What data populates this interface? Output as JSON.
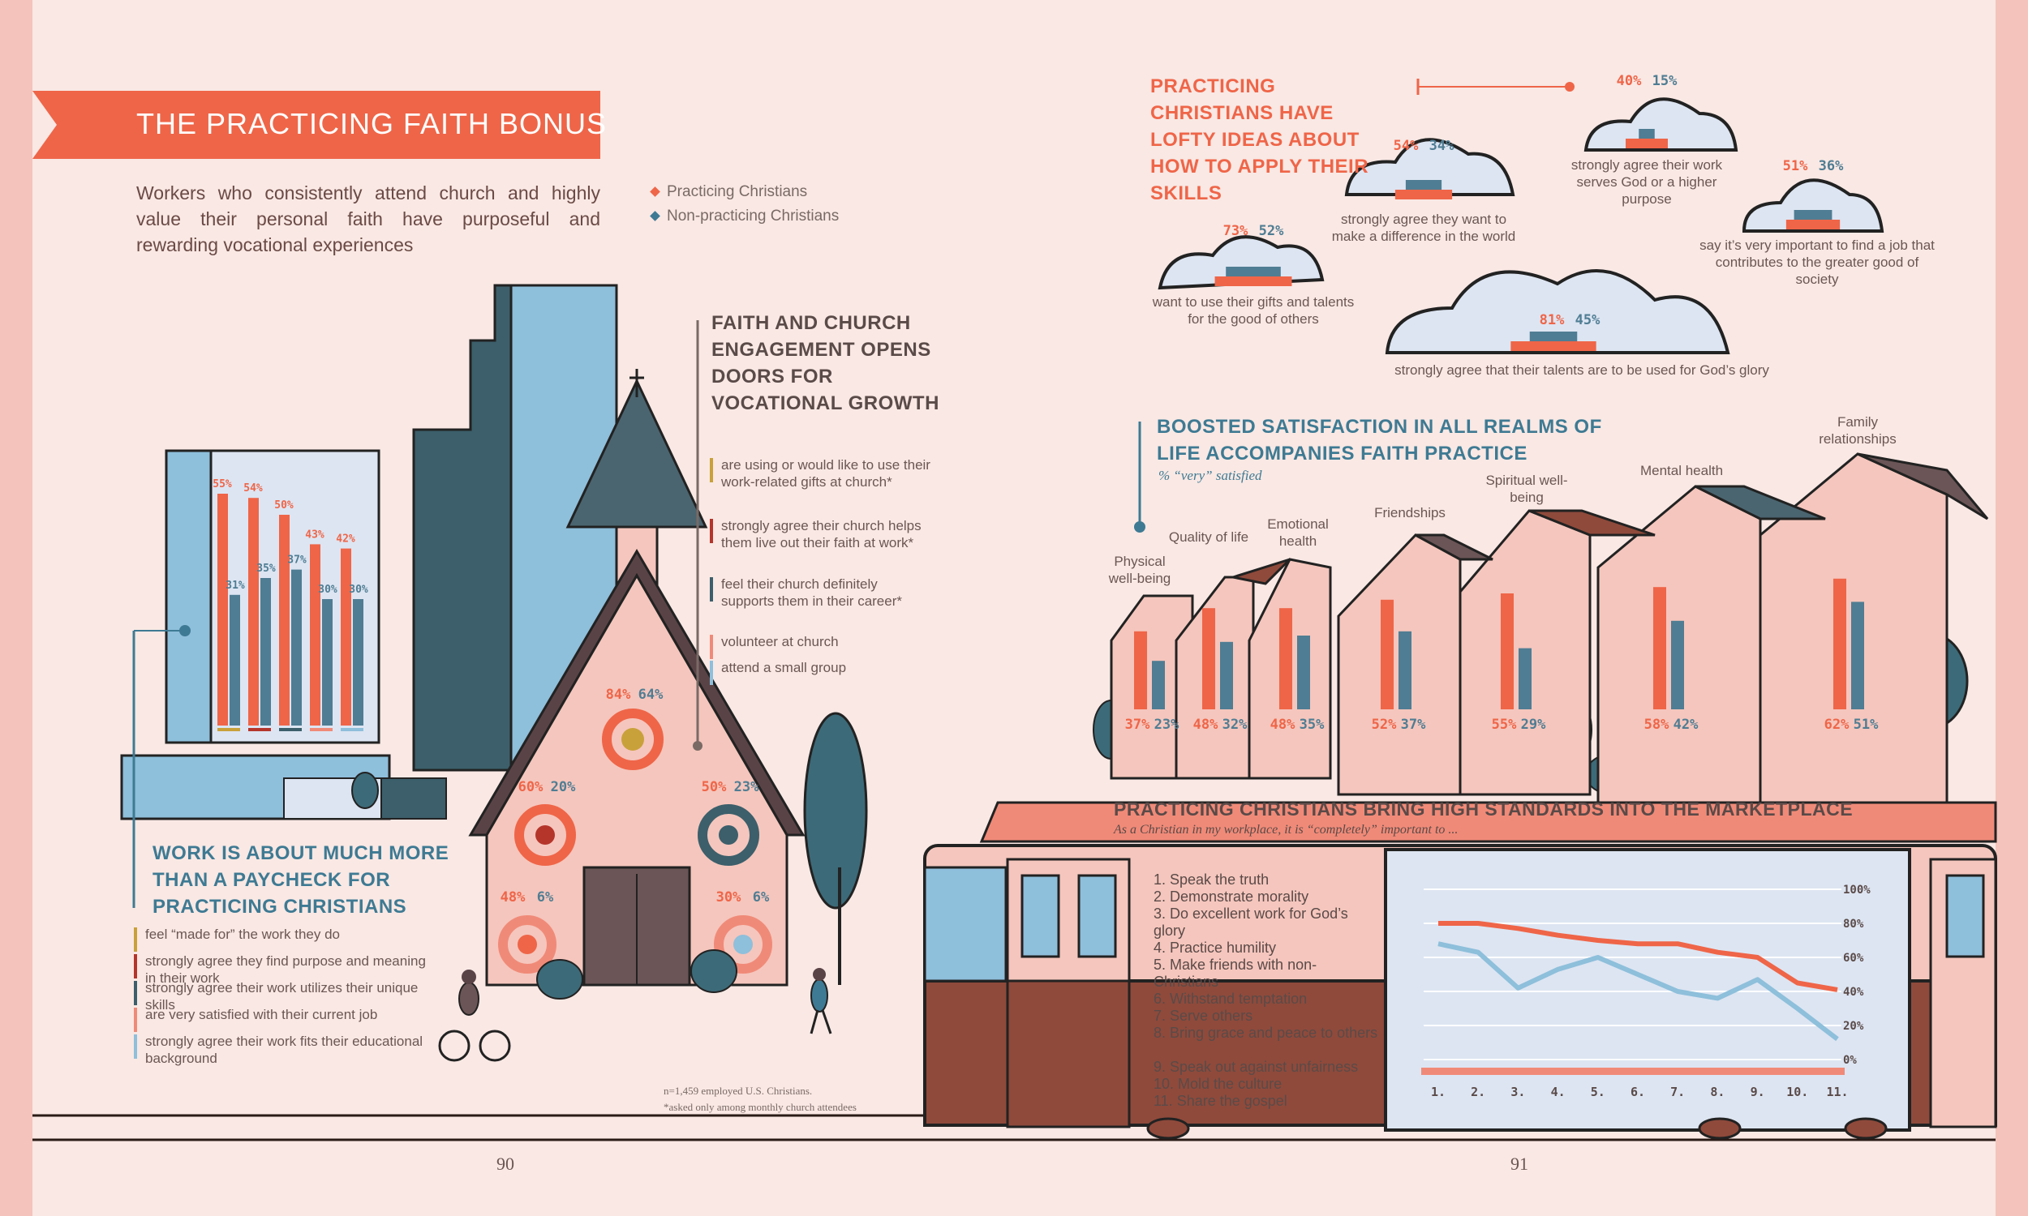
{
  "left": {
    "title": "THE PRACTICING FAITH BONUS",
    "intro": "Workers who consistently attend church and highly value their personal faith have purposeful and rewarding vocational experiences"
  },
  "legend": {
    "practicing": "Practicing Christians",
    "non_practicing": "Non-practicing Christians"
  },
  "colors": {
    "practicing": "#ef6548",
    "non_practicing": "#4f7d93",
    "light_bar": "#8ebfdb",
    "gold": "#c9a13a",
    "teal_dark": "#3c5f6b",
    "red_dark": "#b5352b",
    "salmon": "#f08a78"
  },
  "work": {
    "heading": "WORK IS ABOUT MUCH MORE THAN A PAYCHECK FOR PRACTICING CHRISTIANS",
    "items": [
      {
        "label": "feel “made for” the work they do",
        "color": "#c9a13a"
      },
      {
        "label": "strongly agree they find purpose and meaning in their work",
        "color": "#b5352b"
      },
      {
        "label": "strongly agree their work utilizes their unique skills",
        "color": "#3c5f6b"
      },
      {
        "label": "are very satisfied with their current job",
        "color": "#f08a78"
      },
      {
        "label": "strongly agree their work fits their educational background",
        "color": "#8ebfdb"
      }
    ]
  },
  "church": {
    "heading": "FAITH AND CHURCH ENGAGEMENT OPENS DOORS FOR VOCATIONAL GROWTH",
    "items": [
      {
        "label": "are using or would like to use their work-related gifts at church*",
        "color": "#c9a13a"
      },
      {
        "label": "strongly agree their church helps them live out their faith at work*",
        "color": "#b5352b"
      },
      {
        "label": "feel their church definitely supports them in their career*",
        "color": "#3c5f6b"
      },
      {
        "label": "volunteer at church",
        "color": "#f08a78"
      },
      {
        "label": "attend a small group",
        "color": "#8ebfdb"
      }
    ]
  },
  "skills": {
    "heading": "PRACTICING CHRISTIANS HAVE LOFTY IDEAS ABOUT HOW TO APPLY THEIR SKILLS",
    "clouds": [
      {
        "label": "want to use their gifts and talents for the good of others",
        "p": "73%",
        "n": "52%"
      },
      {
        "label": "strongly agree they want to make a difference in the world",
        "p": "54%",
        "n": "34%"
      },
      {
        "label": "strongly agree their work serves God or a higher purpose",
        "p": "40%",
        "n": "15%"
      },
      {
        "label": "say it’s very important to find a job that contributes to the greater good of society",
        "p": "51%",
        "n": "36%"
      },
      {
        "label": "strongly agree that their talents are to be used for God’s glory",
        "p": "81%",
        "n": "45%"
      }
    ]
  },
  "satisfaction": {
    "heading": "BOOSTED SATISFACTION IN ALL REALMS OF LIFE ACCOMPANIES FAITH PRACTICE",
    "subtitle": "% “very” satisfied"
  },
  "standards": {
    "heading": "PRACTICING CHRISTIANS BRING HIGH STANDARDS INTO THE MARKETPLACE",
    "subtitle": "As a Christian in my workplace, it is “completely” important to ...",
    "items": [
      "1. Speak the truth",
      "2. Demonstrate morality",
      "3. Do excellent work for God’s glory",
      "4. Practice humility",
      "5. Make friends with non-Christians",
      "6. Withstand temptation",
      "7. Serve others",
      "8. Bring grace and peace to others",
      "9. Speak out against unfairness",
      "10. Mold the culture",
      "11. Share the gospel"
    ]
  },
  "footnotes": {
    "sample": "n=1,459 employed U.S. Christians.",
    "asked": "*asked only among monthly church attendees"
  },
  "pages": {
    "left": "90",
    "right": "91"
  },
  "chart_data": [
    {
      "type": "bar",
      "title": "",
      "categories": [
        "feel “made for” the work they do",
        "strongly agree they find purpose and meaning in their work",
        "strongly agree their work utilizes their unique skills",
        "are very satisfied with their current job",
        "strongly agree their work fits their educational background"
      ],
      "series": [
        {
          "name": "Practicing Christians",
          "values": [
            55,
            54,
            50,
            43,
            42
          ]
        },
        {
          "name": "Non-practicing Christians",
          "values": [
            31,
            35,
            37,
            30,
            30
          ]
        }
      ],
      "ylim": [
        0,
        100
      ]
    },
    {
      "type": "pie",
      "title": "",
      "categories": [
        "are using or would like to use their work-related gifts at church*",
        "strongly agree their church helps them live out their faith at work*",
        "feel their church definitely supports them in their career*",
        "volunteer at church",
        "attend a small group"
      ],
      "series": [
        {
          "name": "Practicing Christians",
          "values": [
            84,
            60,
            50,
            48,
            30
          ]
        },
        {
          "name": "Non-practicing Christians",
          "values": [
            64,
            20,
            23,
            6,
            6
          ]
        }
      ]
    },
    {
      "type": "bar",
      "title": "",
      "categories": [
        "want to use their gifts and talents for the good of others",
        "strongly agree they want to make a difference in the world",
        "strongly agree their work serves God or a higher purpose",
        "say it’s very important to find a job that contributes to the greater good of society",
        "strongly agree that their talents are to be used for God’s glory"
      ],
      "series": [
        {
          "name": "Practicing Christians",
          "values": [
            73,
            54,
            40,
            51,
            81
          ]
        },
        {
          "name": "Non-practicing Christians",
          "values": [
            52,
            34,
            15,
            36,
            45
          ]
        }
      ]
    },
    {
      "type": "bar",
      "title": "BOOSTED SATISFACTION IN ALL REALMS OF LIFE ACCOMPANIES FAITH PRACTICE",
      "subtitle": "% “very” satisfied",
      "categories": [
        "Physical well-being",
        "Quality of life",
        "Emotional health",
        "Friendships",
        "Spiritual well-being",
        "Mental health",
        "Family relationships"
      ],
      "series": [
        {
          "name": "Practicing Christians",
          "values": [
            37,
            48,
            48,
            52,
            55,
            58,
            62
          ]
        },
        {
          "name": "Non-practicing Christians",
          "values": [
            23,
            32,
            35,
            37,
            29,
            42,
            51
          ]
        }
      ],
      "ylim": [
        0,
        100
      ]
    },
    {
      "type": "line",
      "title": "PRACTICING CHRISTIANS BRING HIGH STANDARDS INTO THE MARKETPLACE",
      "x": [
        "1.",
        "2.",
        "3.",
        "4.",
        "5.",
        "6.",
        "7.",
        "8.",
        "9.",
        "10.",
        "11."
      ],
      "yticks": [
        "0%",
        "20%",
        "40%",
        "60%",
        "80%",
        "100%"
      ],
      "series": [
        {
          "name": "Practicing Christians",
          "values": [
            80,
            80,
            77,
            73,
            70,
            68,
            68,
            63,
            60,
            45,
            41
          ]
        },
        {
          "name": "Non-practicing Christians",
          "values": [
            68,
            63,
            42,
            53,
            60,
            50,
            40,
            36,
            47,
            30,
            12
          ]
        }
      ],
      "ylim": [
        0,
        100
      ],
      "grid": true
    }
  ]
}
